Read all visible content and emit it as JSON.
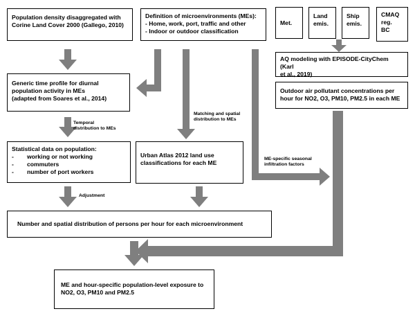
{
  "colors": {
    "arrow": "#7f7f7f",
    "border": "#000000",
    "text": "#000000"
  },
  "boxes": {
    "pop_density": {
      "lines": [
        "Population density disaggregated with",
        "Corine Land Cover 2000 (Gallego, 2010)"
      ]
    },
    "me_definition": {
      "lines": [
        "Definition of microenvironments (MEs):",
        "- Home, work, port, traffic and other",
        "- Indoor or outdoor classification"
      ]
    },
    "met": {
      "label": "Met."
    },
    "land_emis": {
      "lines": [
        "Land",
        "emis."
      ]
    },
    "ship_emis": {
      "lines": [
        "Ship",
        "emis."
      ]
    },
    "cmaq": {
      "lines": [
        "CMAQ",
        "reg.",
        "BC"
      ]
    },
    "aq_modeling": {
      "lines": [
        "AQ modeling with EPISODE-CityChem (Karl",
        "et al.,  2019)"
      ]
    },
    "time_profile": {
      "lines": [
        "Generic time profile for diurnal",
        "population activity in MEs",
        "(adapted from Soares et al., 2014)"
      ]
    },
    "outdoor_conc": {
      "lines": [
        "Outdoor air pollutant concentrations per",
        "hour for NO2, O3, PM10, PM2.5 in each ME"
      ]
    },
    "statistical": {
      "title": "Statistical data on population:",
      "items": [
        "working  or  not working",
        "commuters",
        "number of port workers"
      ]
    },
    "urban_atlas": {
      "lines": [
        "Urban Atlas 2012 land use",
        "classifications for each ME"
      ]
    },
    "number_dist": {
      "label": "Number  and  spatial distribution of persons per hour for each microenvironment"
    },
    "exposure": {
      "lines": [
        "ME and hour-specific population-level exposure to",
        "NO2, O3, PM10 and PM2.5"
      ]
    }
  },
  "labels": {
    "temporal": [
      "Temporal",
      "distribution to MEs"
    ],
    "matching": [
      "Matching and spatial",
      "distribution to MEs"
    ],
    "infiltration": [
      "ME-specific seasonal",
      "infiltration factors"
    ],
    "adjustment": [
      "Adjustment"
    ]
  }
}
